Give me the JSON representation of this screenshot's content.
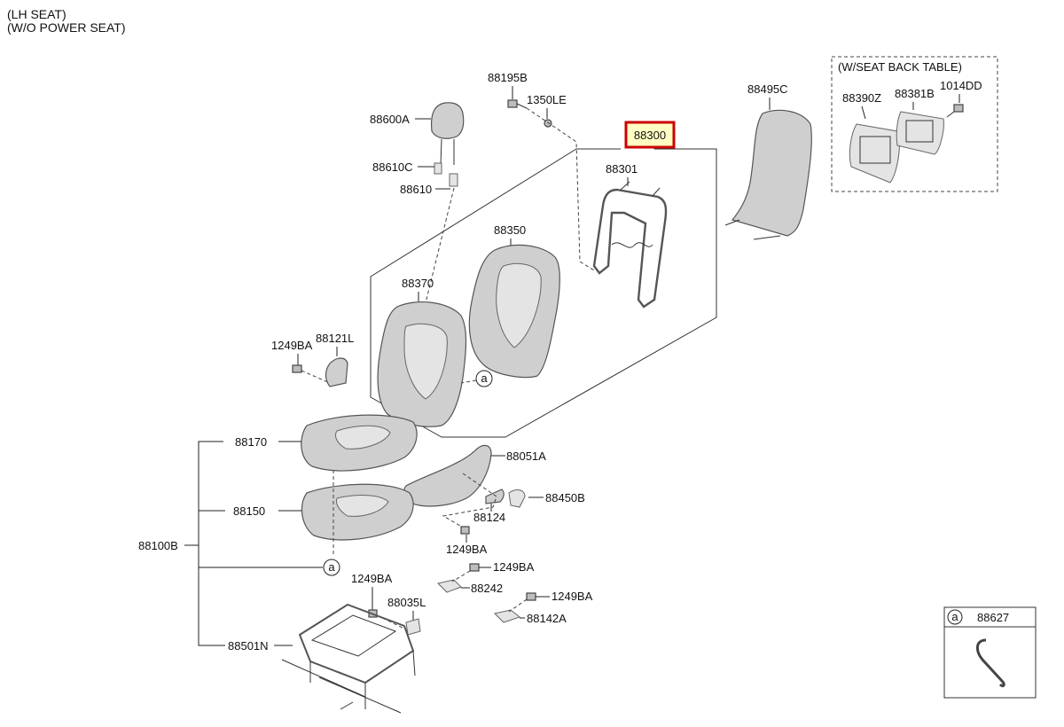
{
  "header": {
    "line1": "(LH SEAT)",
    "line2": "(W/O POWER SEAT)"
  },
  "option_box": {
    "title": "(W/SEAT BACK TABLE)"
  },
  "highlight": {
    "part": "88300",
    "color": "#cc0000",
    "fill": "#ffffc4"
  },
  "callout": {
    "letter": "a"
  },
  "legend": {
    "letter": "a",
    "part": "88627"
  },
  "labels": {
    "l88195B": "88195B",
    "l1350LE": "1350LE",
    "l88600A": "88600A",
    "l88610C": "88610C",
    "l88610": "88610",
    "l88301": "88301",
    "l88350": "88350",
    "l88370": "88370",
    "l88495C": "88495C",
    "l88390Z": "88390Z",
    "l88381B": "88381B",
    "l1014DD": "1014DD",
    "l1249BA_a": "1249BA",
    "l88121L": "88121L",
    "l88170": "88170",
    "l88051A": "88051A",
    "l88450B": "88450B",
    "l88124": "88124",
    "l88150": "88150",
    "l88100B": "88100B",
    "l1249BA_b": "1249BA",
    "l1249BA_c": "1249BA",
    "l88242": "88242",
    "l1249BA_d": "1249BA",
    "l88035L": "88035L",
    "l1249BA_e": "1249BA",
    "l88142A": "88142A",
    "l88501N": "88501N"
  }
}
